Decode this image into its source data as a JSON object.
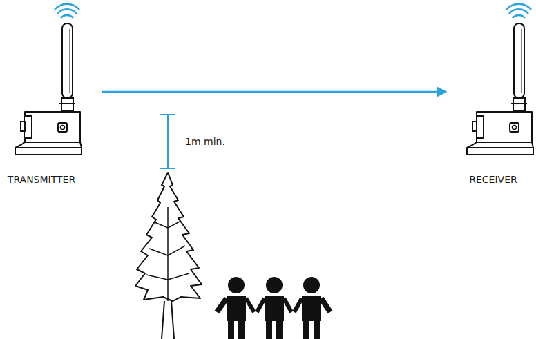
{
  "diagram": {
    "nodes": [
      {
        "text": [
          "TRANSMITTER"
        ]
      },
      {
        "text": [
          "RECEIVER"
        ]
      }
    ],
    "edges": [
      {
        "from": 0,
        "to": 1,
        "arrow": "to"
      }
    ],
    "labels": [
      "1m min."
    ]
  }
}
